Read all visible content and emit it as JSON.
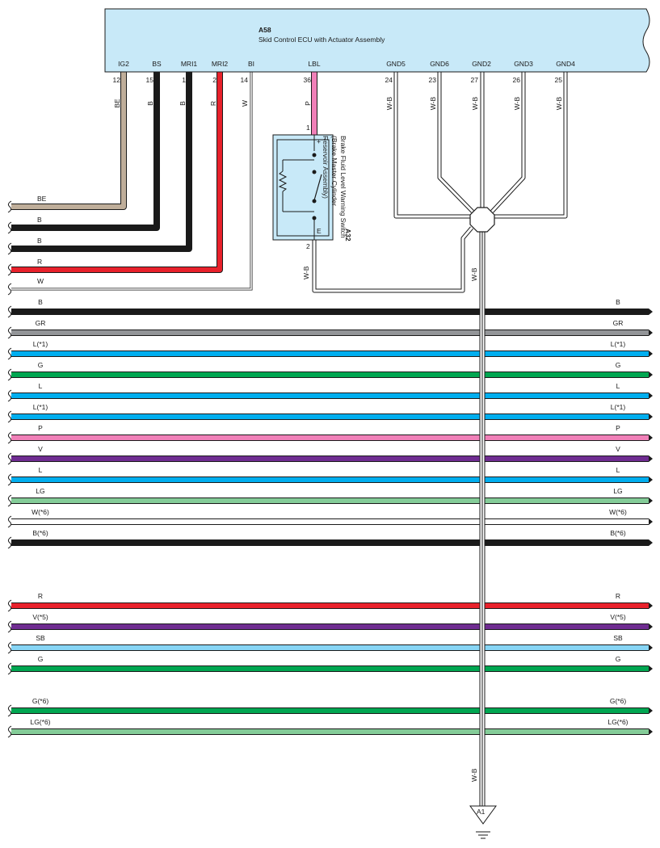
{
  "ecu": {
    "id": "A58",
    "name": "Skid Control ECU with Actuator Assembly",
    "fill_color": "#c8e9f8",
    "pins": [
      {
        "name": "IG2",
        "num": "12",
        "wire": "BE"
      },
      {
        "name": "BS",
        "num": "15",
        "wire": "B"
      },
      {
        "name": "MRI1",
        "num": "1",
        "wire": "B"
      },
      {
        "name": "MRI2",
        "num": "2",
        "wire": "R"
      },
      {
        "name": "BI",
        "num": "14",
        "wire": "W"
      },
      {
        "name": "LBL",
        "num": "36",
        "wire": "P"
      },
      {
        "name": "GND5",
        "num": "24",
        "wire": "W-B"
      },
      {
        "name": "GND6",
        "num": "23",
        "wire": "W-B"
      },
      {
        "name": "GND2",
        "num": "27",
        "wire": "W-B"
      },
      {
        "name": "GND3",
        "num": "26",
        "wire": "W-B"
      },
      {
        "name": "GND4",
        "num": "25",
        "wire": "W-B"
      }
    ]
  },
  "switch": {
    "id": "A32",
    "name": "Brake Fluid Level Warning Switch",
    "sub": "(Brake Master Cylinder",
    "sub2": "Reservoir Assembly)",
    "pin_top": "1",
    "pin_bottom": "2",
    "plus": "+",
    "e_label": "E",
    "bottom_wire": "W-B",
    "fill_color": "#c8e9f8"
  },
  "trunk_wire": "W-B",
  "trunk_wire_lower": "W-B",
  "ground": {
    "label": "A1"
  },
  "left_wires": [
    {
      "label": "BE",
      "color": "#bfae9a"
    },
    {
      "label": "B",
      "color": "#1a1a1a"
    },
    {
      "label": "B",
      "color": "#1a1a1a"
    },
    {
      "label": "R",
      "color": "#e8212b"
    },
    {
      "label": "W",
      "color": "#ffffff"
    }
  ],
  "buses": [
    {
      "left": "B",
      "right": "B",
      "color": "#1a1a1a"
    },
    {
      "left": "GR",
      "right": "GR",
      "color": "#939598"
    },
    {
      "left": "L(*1)",
      "right": "L(*1)",
      "color": "#00aeef"
    },
    {
      "left": "G",
      "right": "G",
      "color": "#00a651"
    },
    {
      "left": "L",
      "right": "L",
      "color": "#00aeef"
    },
    {
      "left": "L(*1)",
      "right": "L(*1)",
      "color": "#00aeef"
    },
    {
      "left": "P",
      "right": "P",
      "color": "#f080b8"
    },
    {
      "left": "V",
      "right": "V",
      "color": "#6f2c91"
    },
    {
      "left": "L",
      "right": "L",
      "color": "#00aeef"
    },
    {
      "left": "LG",
      "right": "LG",
      "color": "#84cc98"
    },
    {
      "left": "W(*6)",
      "right": "W(*6)",
      "color": "#ffffff"
    },
    {
      "left": "B(*6)",
      "right": "B(*6)",
      "color": "#1a1a1a"
    },
    {
      "left": "R",
      "right": "R",
      "color": "#e8212b"
    },
    {
      "left": "V(*5)",
      "right": "V(*5)",
      "color": "#6f2c91"
    },
    {
      "left": "SB",
      "right": "SB",
      "color": "#87d5f5"
    },
    {
      "left": "G",
      "right": "G",
      "color": "#00a651"
    },
    {
      "left": "G(*6)",
      "right": "G(*6)",
      "color": "#00a651"
    },
    {
      "left": "LG(*6)",
      "right": "LG(*6)",
      "color": "#84cc98"
    }
  ]
}
